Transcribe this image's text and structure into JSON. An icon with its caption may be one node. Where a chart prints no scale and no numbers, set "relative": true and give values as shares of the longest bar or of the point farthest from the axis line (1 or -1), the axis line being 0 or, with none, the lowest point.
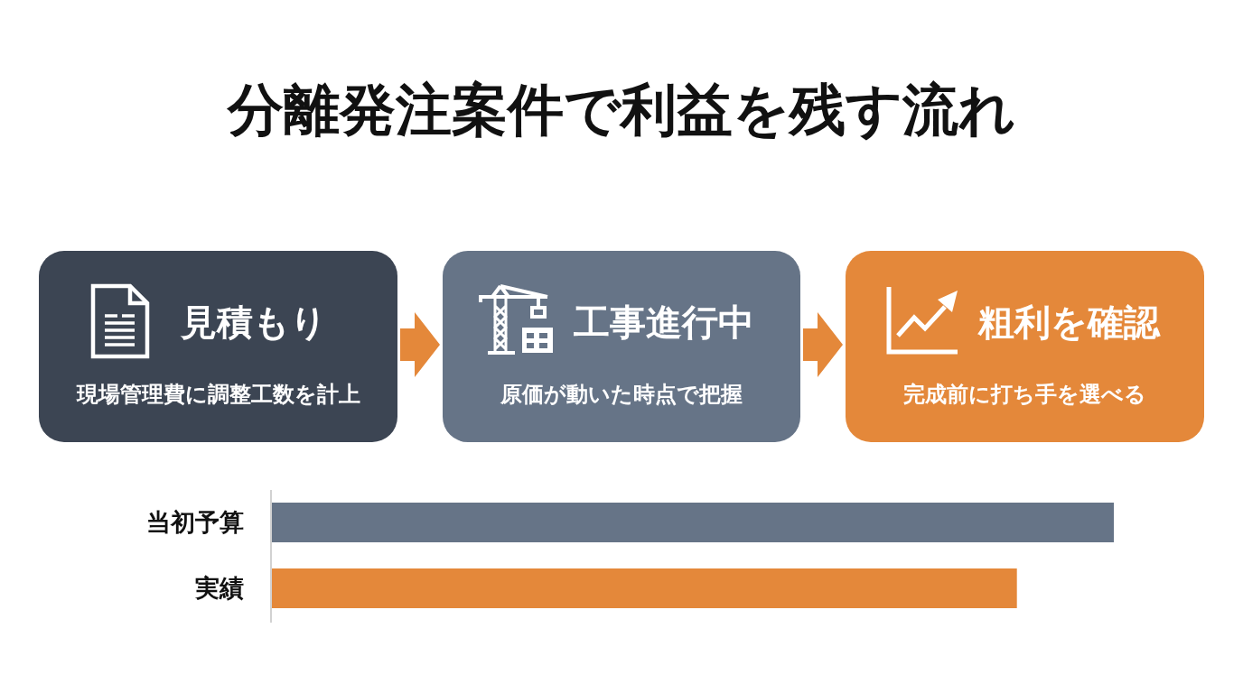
{
  "diagram": {
    "title": "分離発注案件で利益を残す流れ",
    "nodes": [
      {
        "text": [
          "見積もり",
          "現場管理費に調整工数を計上"
        ]
      },
      {
        "text": [
          "工事進行中",
          "原価が動いた時点で把握"
        ]
      },
      {
        "text": [
          "粗利を確認",
          "完成前に打ち手を選べる"
        ]
      }
    ],
    "edges": [
      {
        "from": 0,
        "to": 1,
        "arrow": "to"
      },
      {
        "from": 1,
        "to": 2,
        "arrow": "to"
      }
    ],
    "chart_data": {
      "type": "bar",
      "orientation": "horizontal",
      "relative": true,
      "categories": [
        "当初予算",
        "実績"
      ],
      "values": [
        1,
        0.885
      ]
    }
  }
}
